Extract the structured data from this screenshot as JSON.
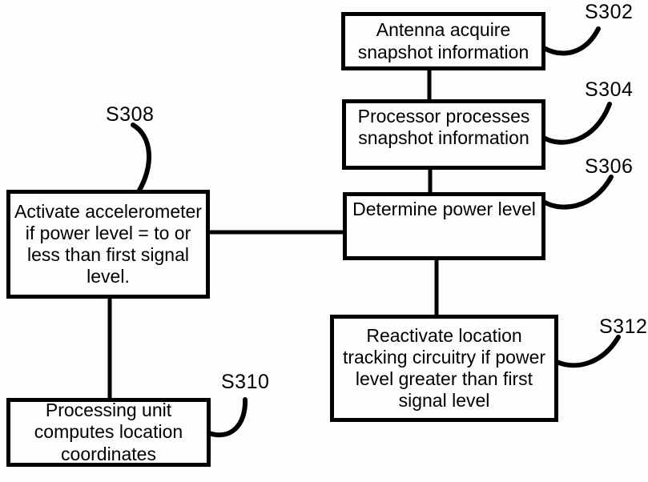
{
  "diagram": {
    "type": "flowchart",
    "ink_color": "#000000",
    "background_color": "#fdfdfb",
    "nodes": [
      {
        "id": "S302",
        "label": "S302",
        "text": "Antenna acquire\nsnapshot information"
      },
      {
        "id": "S304",
        "label": "S304",
        "text": "Processor processes\nsnapshot information"
      },
      {
        "id": "S306",
        "label": "S306",
        "text": "Determine power level"
      },
      {
        "id": "S308",
        "label": "S308",
        "text": "Activate accelerometer\nif power level = to or\nless than first signal\nlevel."
      },
      {
        "id": "S310",
        "label": "S310",
        "text": "Processing unit\ncomputes location\ncoordinates"
      },
      {
        "id": "S312",
        "label": "S312",
        "text": "Reactivate location\ntracking circuitry if power\nlevel greater than first\nsignal level"
      }
    ],
    "connections": [
      {
        "from": "S302",
        "to": "S304"
      },
      {
        "from": "S304",
        "to": "S306"
      },
      {
        "from": "S306",
        "to": "S308"
      },
      {
        "from": "S308",
        "to": "S310"
      },
      {
        "from": "S306",
        "to": "S312"
      }
    ]
  }
}
